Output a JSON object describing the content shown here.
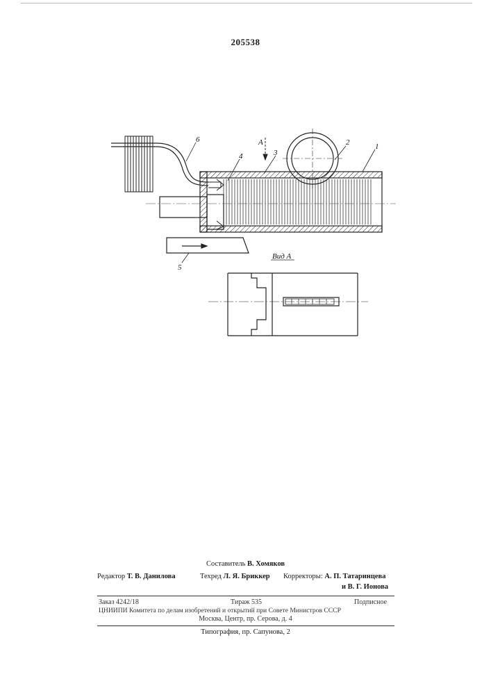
{
  "patent_number": "205538",
  "drawing": {
    "fig_labels": {
      "l1": "1",
      "l2": "2",
      "l3": "3",
      "l4": "4",
      "l5": "5",
      "l6": "6",
      "arrow_a": "А",
      "view_a": "Вид А"
    }
  },
  "footer": {
    "compiler_label": "Составитель",
    "compiler_name": "В. Хомяков",
    "editor_label": "Редактор",
    "editor_name": "Т. В. Данилова",
    "techred_label": "Техред",
    "techred_name": "Л. Я. Бриккер",
    "correctors_label": "Корректоры:",
    "corrector1": "А. П. Татаринцева",
    "corrector2": "и В. Г. Ионова",
    "order": "Заказ 4242/18",
    "circulation": "Тираж 535",
    "subscription": "Подписное",
    "institute_line": "ЦНИИПИ Комитета по делам изобретений и открытий при Совете Министров СССР",
    "address_line": "Москва, Центр, пр. Серова, д. 4",
    "printer_line": "Типография, пр. Сапунова, 2"
  }
}
